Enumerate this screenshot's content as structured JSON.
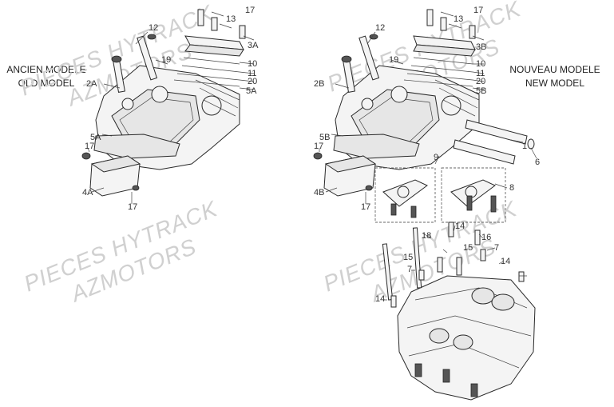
{
  "headings": {
    "old_fr": "ANCIEN MODELE",
    "old_en": "OLD MODEL",
    "new_fr": "NOUVEAU MODELE",
    "new_en": "NEW MODEL"
  },
  "watermarks": [
    {
      "line1": "PIECES HYTRACK",
      "line2": "AZMOTORS"
    },
    {
      "line1": "PIECES HYTRACK",
      "line2": "AZMOTORS"
    },
    {
      "line1": "PIECES HYTRACK",
      "line2": "AZMOTORS"
    },
    {
      "line1": "PIECES HYTRACK",
      "line2": "AZMOTORS"
    }
  ],
  "old_callouts": [
    "12",
    "17",
    "13",
    "3A",
    "19",
    "10",
    "11",
    "20",
    "5A",
    "2A",
    "5A",
    "17",
    "4A",
    "17"
  ],
  "new_callouts": [
    "12",
    "17",
    "13",
    "3B",
    "19",
    "10",
    "11",
    "20",
    "5B",
    "2B",
    "5B",
    "17",
    "4B",
    "17",
    "1",
    "6",
    "9",
    "8",
    "14",
    "16",
    "18",
    "15",
    "7",
    "15",
    "7",
    "14",
    "14"
  ]
}
